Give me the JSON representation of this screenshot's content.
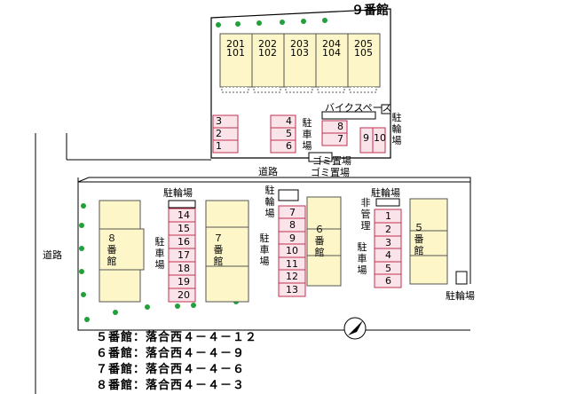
{
  "building9": {
    "title": "９番館",
    "units": [
      [
        "201",
        "101"
      ],
      [
        "202",
        "102"
      ],
      [
        "203",
        "103"
      ],
      [
        "204",
        "104"
      ],
      [
        "205",
        "105"
      ]
    ]
  },
  "top_lot": {
    "left_parking": [
      "3",
      "2",
      "1"
    ],
    "mid_parking": [
      "4",
      "5",
      "6"
    ],
    "right_parking": [
      "8",
      "7"
    ],
    "bike_parking": [
      "9",
      "10"
    ],
    "parking_label": "駐車場",
    "bike_space_label": "バイクスペース",
    "bicycle_label": "駐輪場",
    "garbage_label": "ゴミ置場"
  },
  "road_label_top": "道路",
  "road_label_left": "道路",
  "bottom_lot": {
    "garbage_label": "ゴミ置場",
    "building8_label": "８番館",
    "building7_label": "７番館",
    "building6_label": "６番館",
    "building5_label": "５番館",
    "parking_a": [
      "14",
      "15",
      "16",
      "17",
      "18",
      "19",
      "20"
    ],
    "parking_b": [
      "7",
      "8",
      "9",
      "10",
      "11",
      "12",
      "13"
    ],
    "parking_c": [
      "1",
      "2",
      "3",
      "4",
      "5",
      "6"
    ],
    "bicycle_label_a": "駐輪場",
    "bicycle_label_b": "駐輪場",
    "bicycle_label_c": "駐輪場",
    "bicycle_label_d": "駐輪場",
    "parking_label_a": "駐車場",
    "parking_label_b": "駐車場",
    "parking_label_c": "駐車場",
    "non_managed_label": "非管理"
  },
  "addresses": [
    "５番館：落合西４－４－１２",
    "６番館：落合西４－４－９",
    "７番館：落合西４－４－６",
    "８番館：落合西４－４－３"
  ],
  "colors": {
    "building": "#fdf6c8",
    "parking": "#fbe3ea",
    "parking_line": "#c03050",
    "tree": "#22a03a"
  },
  "icons": {
    "compass": "north-arrow-icon"
  }
}
